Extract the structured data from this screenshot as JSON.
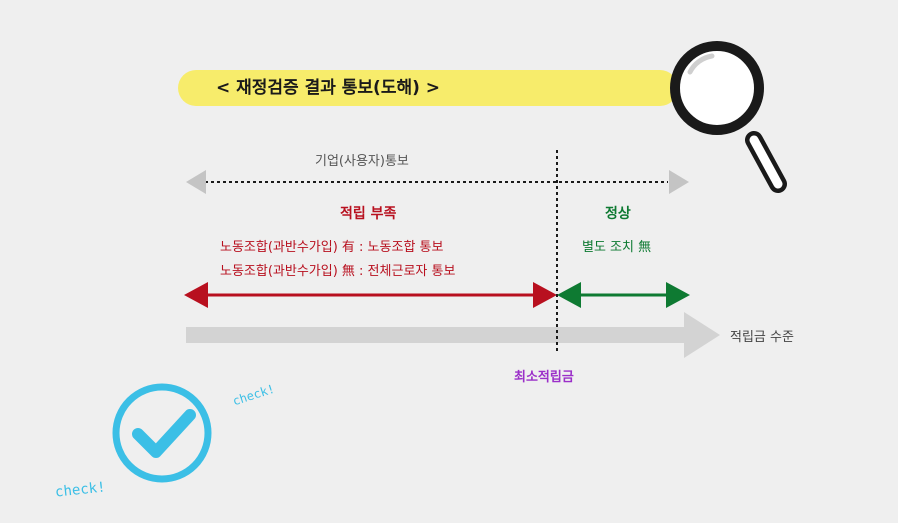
{
  "title": "< 재정검증 결과 통보(도해) >",
  "labels": {
    "notify_all": "기업(사용자)통보",
    "insufficient": "적립 부족",
    "insufficient_line1": "노동조합(과반수가입) 有 : 노동조합 통보",
    "insufficient_line2": "노동조합(과반수가입) 無 : 전체근로자 통보",
    "normal": "정상",
    "normal_line1": "별도 조치 無",
    "axis": "적립금 수준",
    "threshold": "최소적립금",
    "check_small": "check!",
    "check_large": "check!"
  },
  "icons": {
    "magnifier": "magnifier-icon",
    "checkmark": "checkmark-icon"
  },
  "colors": {
    "highlight": "#f7ec6b",
    "red": "#b8101f",
    "green": "#0e7a32",
    "purple": "#9b2fc9",
    "gray_text": "#555555",
    "axis_gray": "#d3d3d3",
    "check_blue": "#3bbfe6",
    "dark": "#1a1a1a"
  }
}
